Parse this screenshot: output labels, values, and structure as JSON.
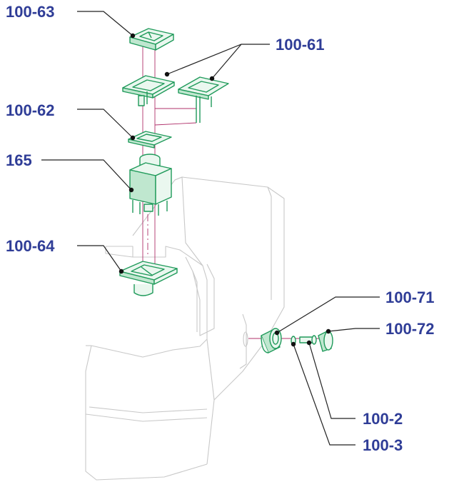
{
  "colors": {
    "label": "#2f3d97",
    "part_stroke": "#1f9a5a",
    "part_fill": "#eaf7ef",
    "housing": "#c8c8c8",
    "center_line": "#b0306a"
  },
  "labels": {
    "l_100_63": "100-63",
    "l_100_61": "100-61",
    "l_100_62": "100-62",
    "l_165": "165",
    "l_100_64": "100-64",
    "l_100_71": "100-71",
    "l_100_72": "100-72",
    "l_100_2": "100-2",
    "l_100_3": "100-3"
  }
}
